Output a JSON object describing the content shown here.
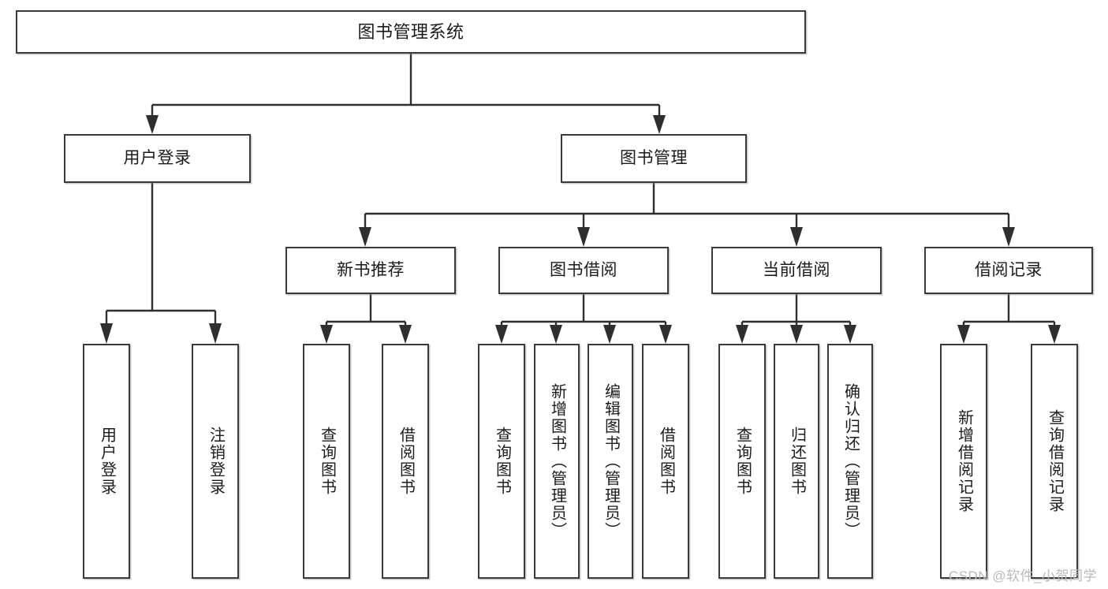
{
  "diagram": {
    "title": "图书管理系统",
    "type": "hierarchy-tree",
    "watermark": "CSDN @软件_小贺同学",
    "root": {
      "label": "图书管理系统"
    },
    "level2": [
      {
        "label": "用户登录"
      },
      {
        "label": "图书管理"
      }
    ],
    "level3": [
      {
        "label": "新书推荐"
      },
      {
        "label": "图书借阅"
      },
      {
        "label": "当前借阅"
      },
      {
        "label": "借阅记录"
      }
    ],
    "leaves": {
      "user_login": [
        {
          "label": "用户登录"
        },
        {
          "label": "注销登录"
        }
      ],
      "new_book_recommend": [
        {
          "label": "查询图书"
        },
        {
          "label": "借阅图书"
        }
      ],
      "book_borrow": [
        {
          "label": "查询图书"
        },
        {
          "label": "新增图书（管理员）"
        },
        {
          "label": "编辑图书（管理员）"
        },
        {
          "label": "借阅图书"
        }
      ],
      "current_borrow": [
        {
          "label": "查询图书"
        },
        {
          "label": "归还图书"
        },
        {
          "label": "确认归还（管理员）"
        }
      ],
      "borrow_record": [
        {
          "label": "新增借阅记录"
        },
        {
          "label": "查询借阅记录"
        }
      ]
    },
    "colors": {
      "border": "#3a3a3a",
      "edge": "#2f2f2f",
      "text": "#1b1b1b",
      "background": "#ffffff",
      "watermark": "#b9b9b9"
    }
  }
}
